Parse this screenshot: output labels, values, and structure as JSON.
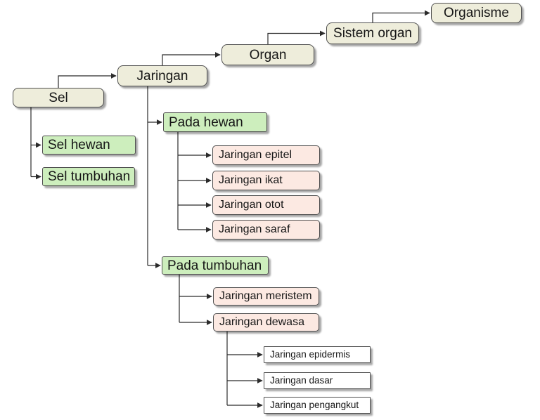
{
  "nodes": {
    "sel": {
      "label": "Sel"
    },
    "jaringan": {
      "label": "Jaringan"
    },
    "organ": {
      "label": "Organ"
    },
    "sistem_organ": {
      "label": "Sistem organ"
    },
    "organisme": {
      "label": "Organisme"
    },
    "sel_hewan": {
      "label": "Sel hewan"
    },
    "sel_tumbuhan": {
      "label": "Sel tumbuhan"
    },
    "pada_hewan": {
      "label": "Pada hewan"
    },
    "jaringan_epitel": {
      "label": "Jaringan epitel"
    },
    "jaringan_ikat": {
      "label": "Jaringan ikat"
    },
    "jaringan_otot": {
      "label": "Jaringan otot"
    },
    "jaringan_saraf": {
      "label": "Jaringan saraf"
    },
    "pada_tumbuhan": {
      "label": "Pada tumbuhan"
    },
    "jaringan_meristem": {
      "label": "Jaringan meristem"
    },
    "jaringan_dewasa": {
      "label": "Jaringan dewasa"
    },
    "jaringan_epidermis": {
      "label": "Jaringan epidermis"
    },
    "jaringan_dasar": {
      "label": "Jaringan dasar"
    },
    "jaringan_pengangkut": {
      "label": "Jaringan pengangkut"
    }
  },
  "structure": {
    "main_chain": [
      "Sel",
      "Jaringan",
      "Organ",
      "Sistem organ",
      "Organisme"
    ],
    "children": {
      "Sel": [
        "Sel hewan",
        "Sel tumbuhan"
      ],
      "Jaringan": [
        "Pada hewan",
        "Pada tumbuhan"
      ],
      "Pada hewan": [
        "Jaringan epitel",
        "Jaringan ikat",
        "Jaringan otot",
        "Jaringan saraf"
      ],
      "Pada tumbuhan": [
        "Jaringan meristem",
        "Jaringan dewasa"
      ],
      "Jaringan dewasa": [
        "Jaringan epidermis",
        "Jaringan dasar",
        "Jaringan pengangkut"
      ]
    }
  },
  "colors": {
    "beige": "#eeeddb",
    "green": "#cdeebd",
    "pink": "#fce9e2",
    "white": "#ffffff",
    "border": "#4f4f4f",
    "line": "#2b2b2b"
  }
}
